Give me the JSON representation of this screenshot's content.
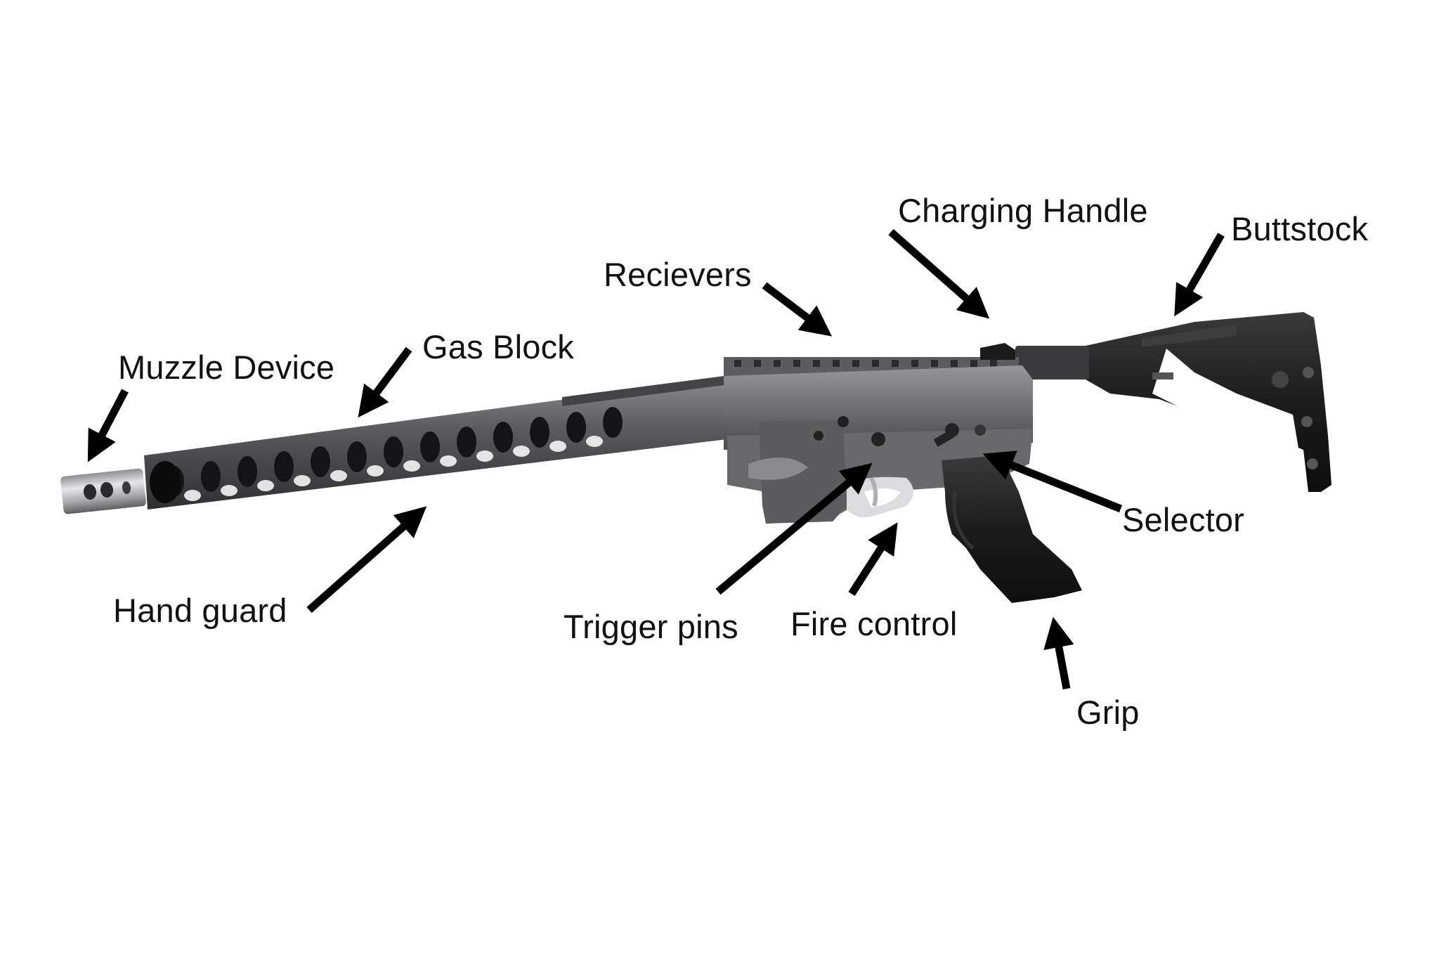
{
  "labels": {
    "muzzle_device": "Muzzle Device",
    "gas_block": "Gas Block",
    "receivers": "Recievers",
    "charging_handle": "Charging Handle",
    "buttstock": "Buttstock",
    "hand_guard": "Hand guard",
    "selector": "Selector",
    "trigger_pins": "Trigger pins",
    "fire_control": "Fire control",
    "grip": "Grip"
  },
  "colors": {
    "background": "#ffffff",
    "label_text": "#111111",
    "arrow": "#000000",
    "receiver_metal": "#6e6e70",
    "handguard_metal": "#505052",
    "muzzle_steel": "#b8b8bc",
    "polymer_black": "#1c1c1c"
  },
  "icons": {
    "rifle": "rifle-illustration",
    "pointer": "arrow-icon"
  }
}
